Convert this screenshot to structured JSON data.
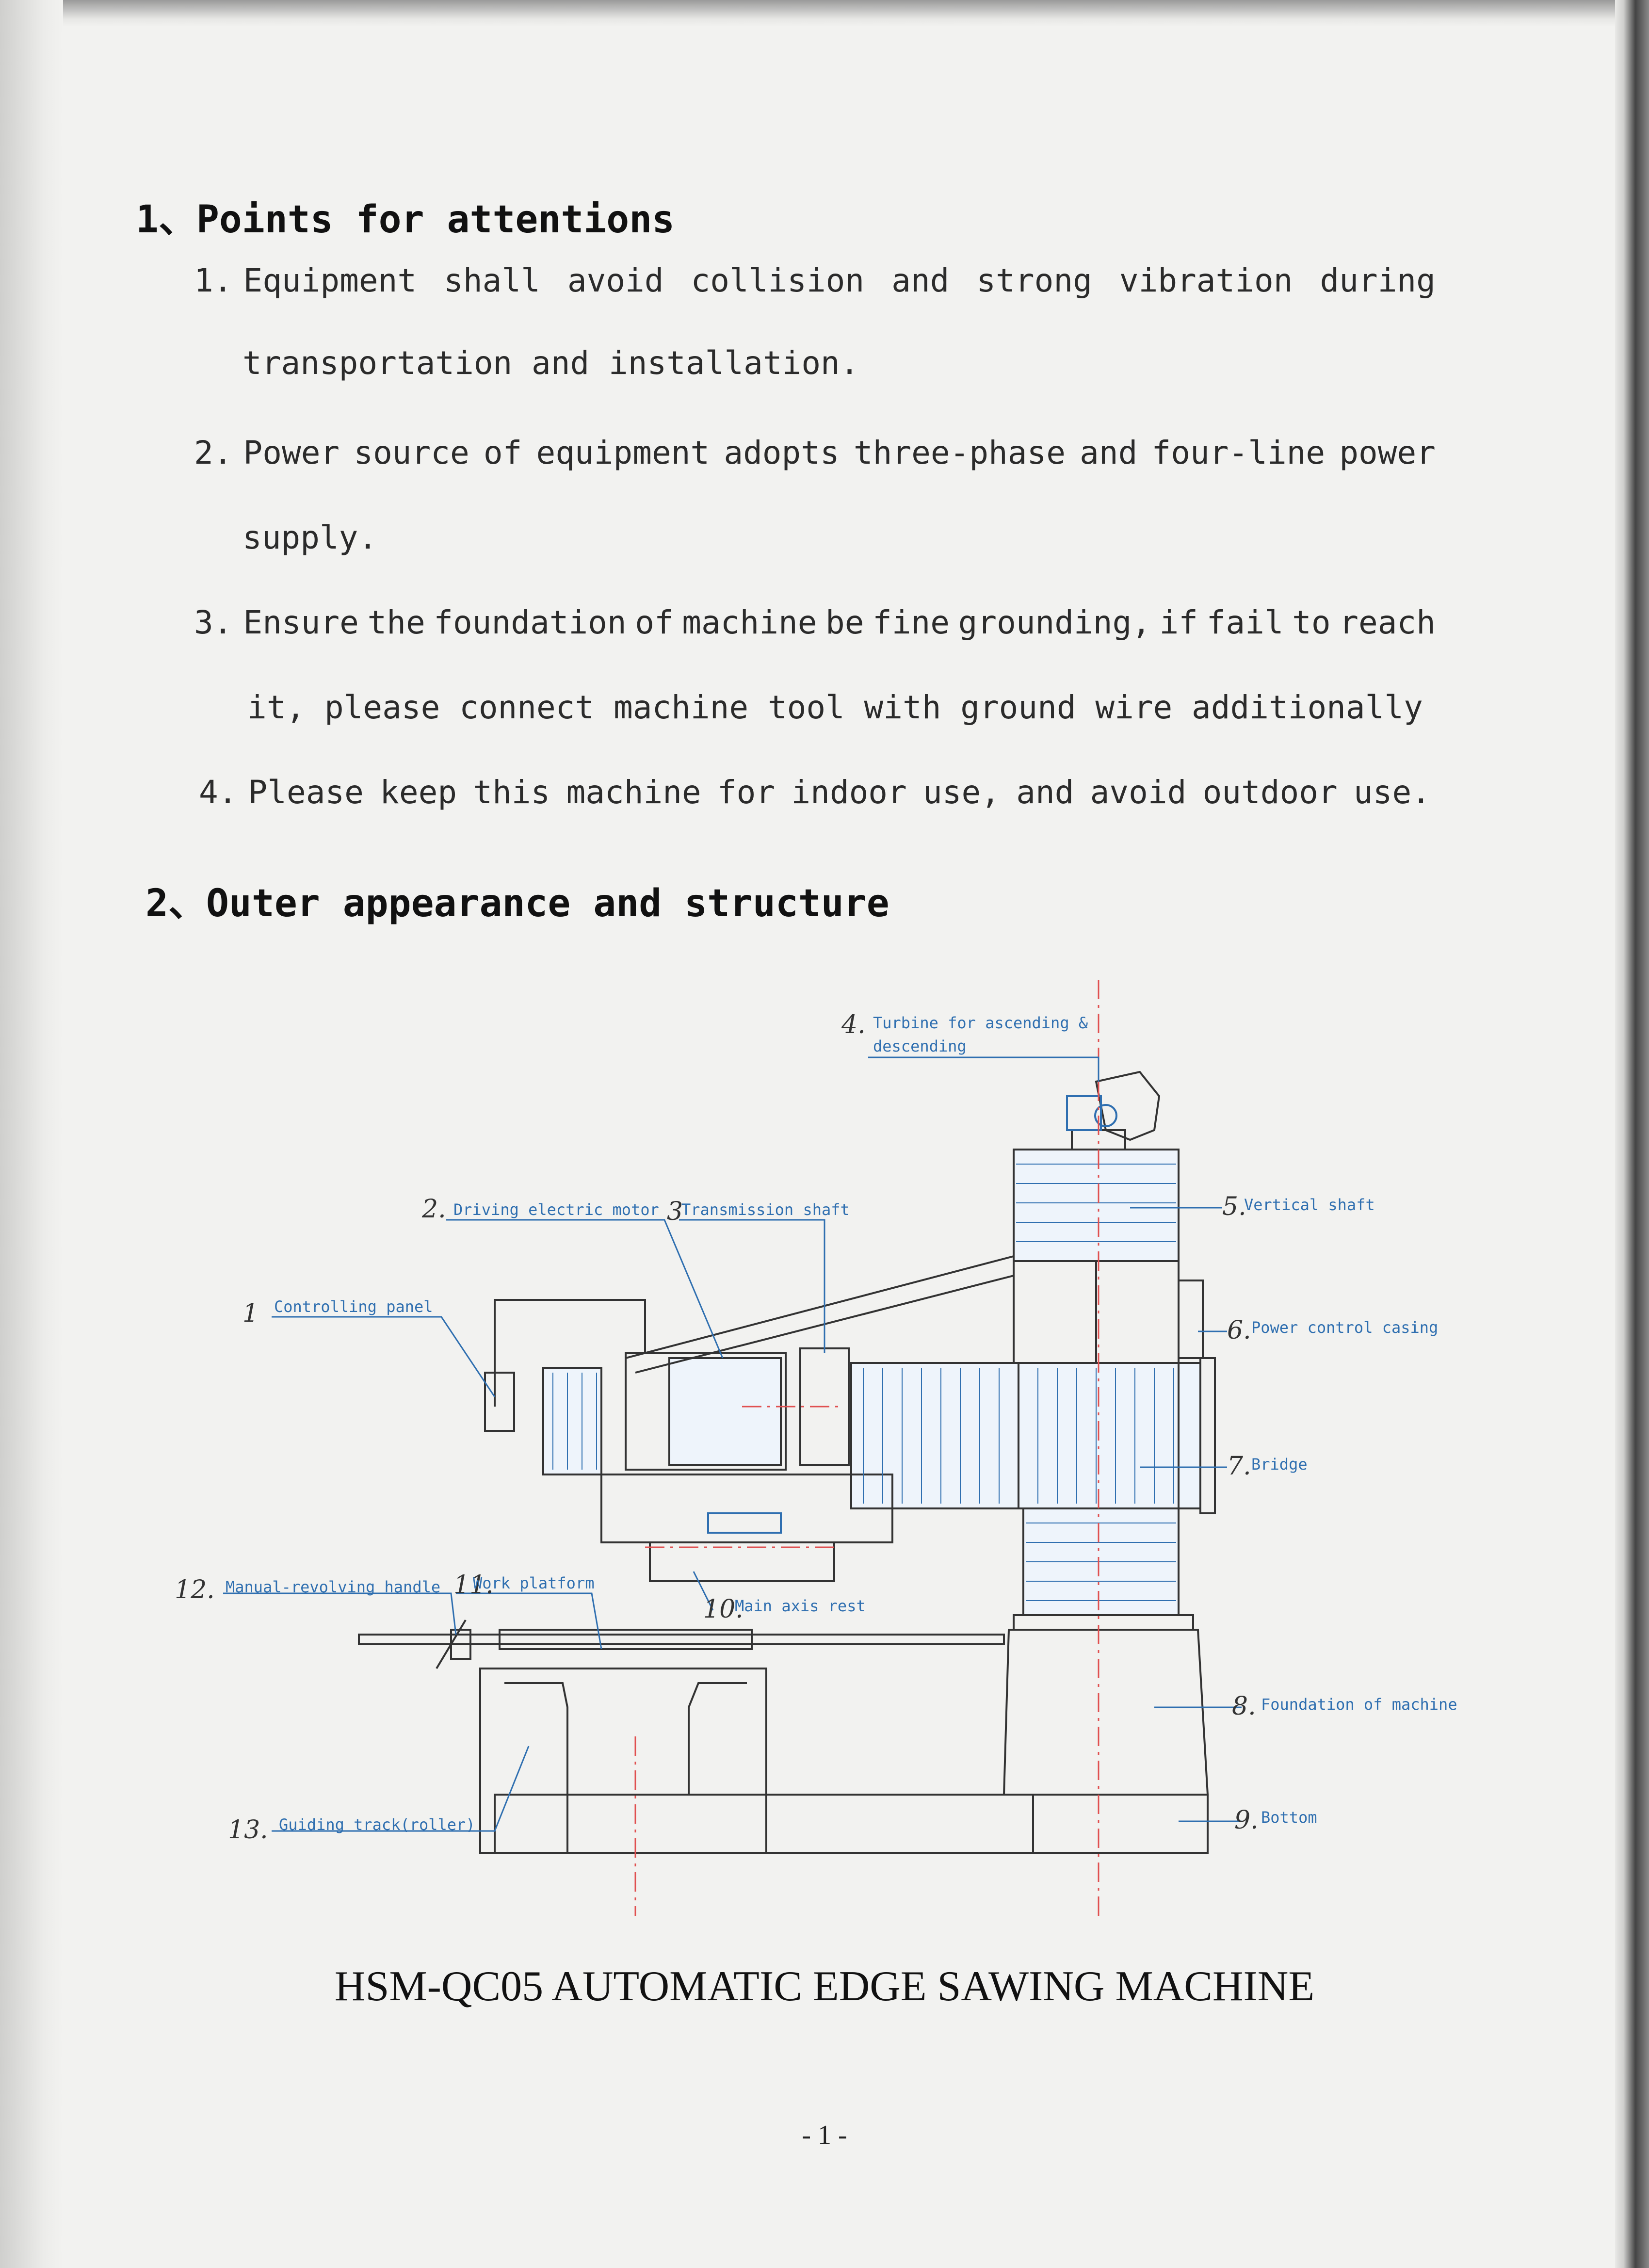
{
  "section1": {
    "heading": "1、Points for attentions",
    "items": [
      {
        "num": "1.",
        "line1": [
          "Equipment",
          "shall",
          "avoid",
          "collision",
          "and",
          "strong",
          "vibration",
          "during"
        ],
        "line2": "transportation and installation."
      },
      {
        "num": "2.",
        "line1": [
          "Power",
          "source",
          "of",
          "equipment",
          "adopts",
          "three-phase",
          "and",
          "four-line",
          "power"
        ],
        "line2": "supply."
      },
      {
        "num": "3.",
        "line1": [
          "Ensure",
          "the",
          "foundation",
          "of",
          "machine",
          "be",
          "fine",
          "grounding,",
          "if",
          "fail",
          "to",
          "reach"
        ],
        "line2": "it, please connect machine tool with ground wire additionally"
      },
      {
        "num": "4.",
        "line1": [
          "Please",
          "keep",
          "this",
          "machine",
          "for",
          "indoor",
          "use,",
          "and",
          "avoid",
          "outdoor",
          "use."
        ],
        "line2": ""
      }
    ]
  },
  "section2": {
    "heading": "2、Outer appearance and structure"
  },
  "diagram": {
    "line_color": "#2f6fb0",
    "center_line_color": "#e05050",
    "parts": [
      {
        "num": "1",
        "label": "Controlling panel"
      },
      {
        "num": "2.",
        "label": "Driving electric motor"
      },
      {
        "num": "3",
        "label": "Transmission shaft"
      },
      {
        "num": "4.",
        "label_line1": "Turbine for ascending &",
        "label_line2": "descending"
      },
      {
        "num": "5.",
        "label": "Vertical shaft"
      },
      {
        "num": "6.",
        "label": "Power control casing"
      },
      {
        "num": "7.",
        "label": "Bridge"
      },
      {
        "num": "8.",
        "label": "Foundation of machine"
      },
      {
        "num": "9.",
        "label": "Bottom"
      },
      {
        "num": "10.",
        "label": "Main axis rest"
      },
      {
        "num": "11.",
        "label": "Work platform"
      },
      {
        "num": "12.",
        "label": "Manual-revolving handle"
      },
      {
        "num": "13.",
        "label": "Guiding track(roller)"
      }
    ]
  },
  "caption": "HSM-QC05 AUTOMATIC EDGE SAWING MACHINE",
  "page_number": "- 1 -"
}
